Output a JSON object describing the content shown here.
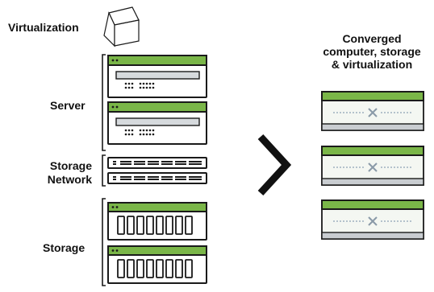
{
  "labels": {
    "virtualization": "Virtualization",
    "server": "Server",
    "storage_network_line1": "Storage",
    "storage_network_line2": "Network",
    "storage": "Storage",
    "converged_line1": "Converged",
    "converged_line2": "computer, storage",
    "converged_line3": "& virtualization"
  },
  "colors": {
    "accent_green": "#7ab648",
    "outline": "#1a1a1a",
    "light_fill": "#f4f7f2",
    "grey_bar": "#c9cdd1",
    "dotted": "#9fb0bf"
  },
  "icons": {
    "virtualization": "cube-icon",
    "server": "server-rack-icon",
    "network": "network-switch-icon",
    "storage": "disk-array-icon",
    "arrow": "chevron-right-icon",
    "converged": "converged-node-icon"
  }
}
